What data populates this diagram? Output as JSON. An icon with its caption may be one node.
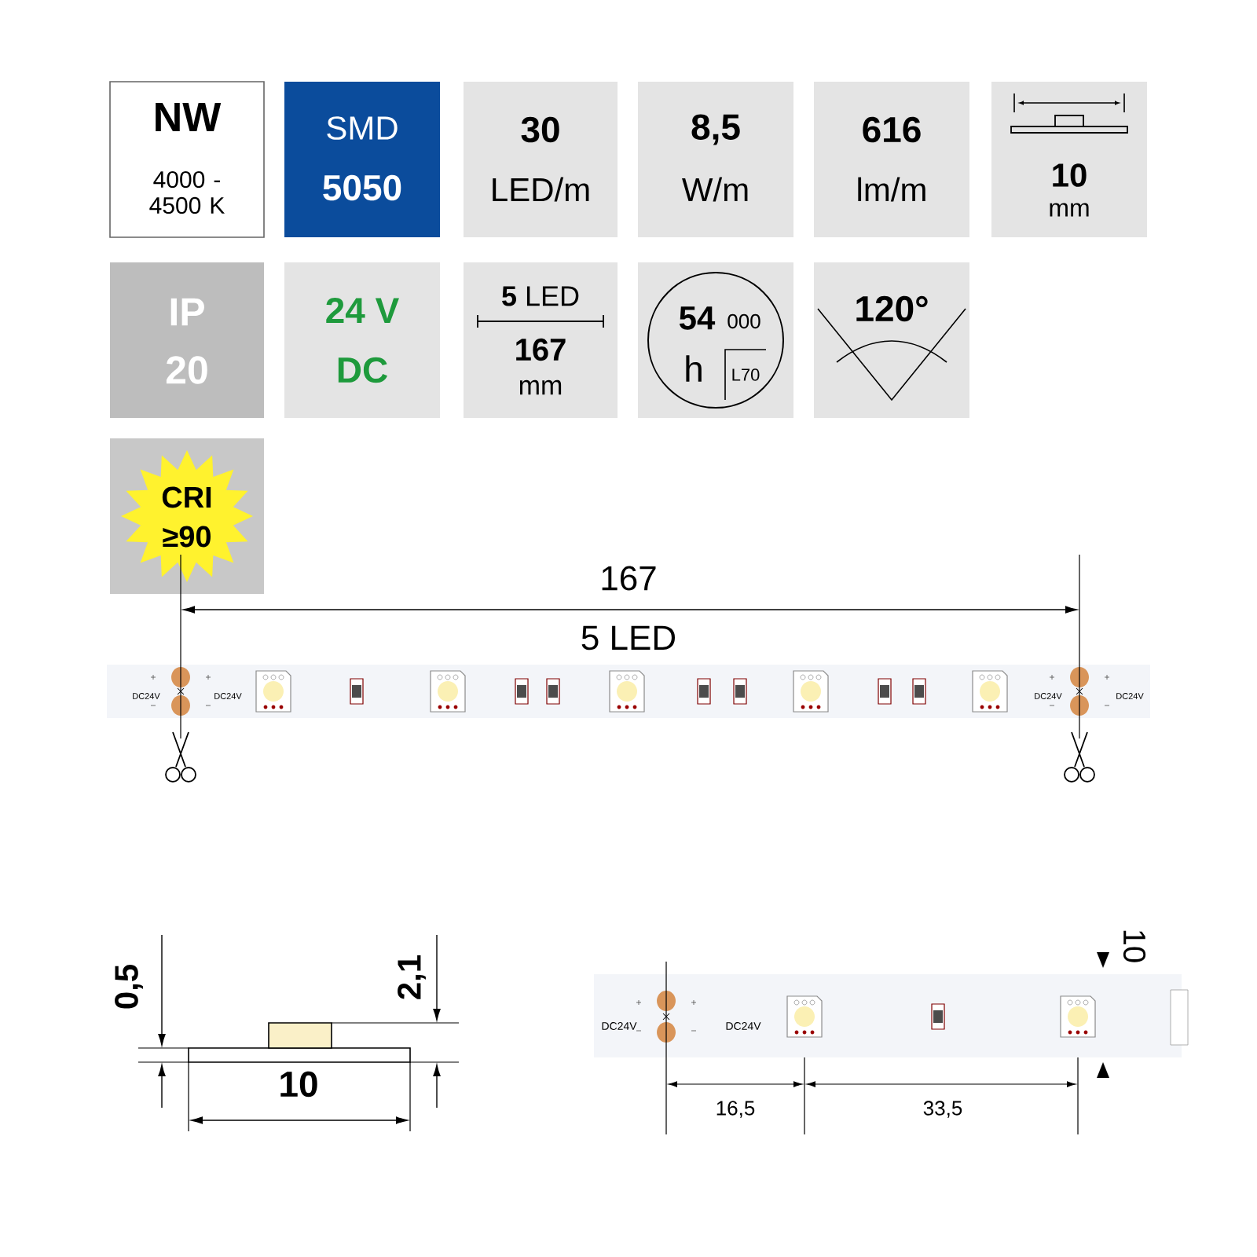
{
  "diagram": {
    "nodes": [
      {
        "text": [
          "NW",
          "4000 - 4500 K"
        ]
      },
      {
        "text": [
          "SMD",
          "5050"
        ]
      },
      {
        "text": [
          "30",
          "LED/m"
        ]
      },
      {
        "text": [
          "8,5",
          "W/m"
        ]
      },
      {
        "text": [
          "616",
          "lm/m"
        ]
      },
      {
        "text": [
          "10",
          "mm"
        ]
      },
      {
        "text": [
          "IP",
          "20"
        ]
      },
      {
        "text": [
          "24 V",
          "DC"
        ]
      },
      {
        "text": [
          "**5** LED",
          "167",
          "mm"
        ]
      },
      {
        "text": [
          "54",
          "000",
          "h",
          "L70"
        ]
      },
      {
        "text": [
          "120°"
        ]
      },
      {
        "text": [
          "CRI",
          "≥90"
        ]
      }
    ],
    "labels": [
      "167",
      "5 LED",
      "DC24V",
      "DC24V",
      "DC24V",
      "DC24V",
      "0,5",
      "2,1",
      "10",
      "10",
      "DC24V",
      "DC24V",
      "16,5",
      "33,5"
    ]
  }
}
